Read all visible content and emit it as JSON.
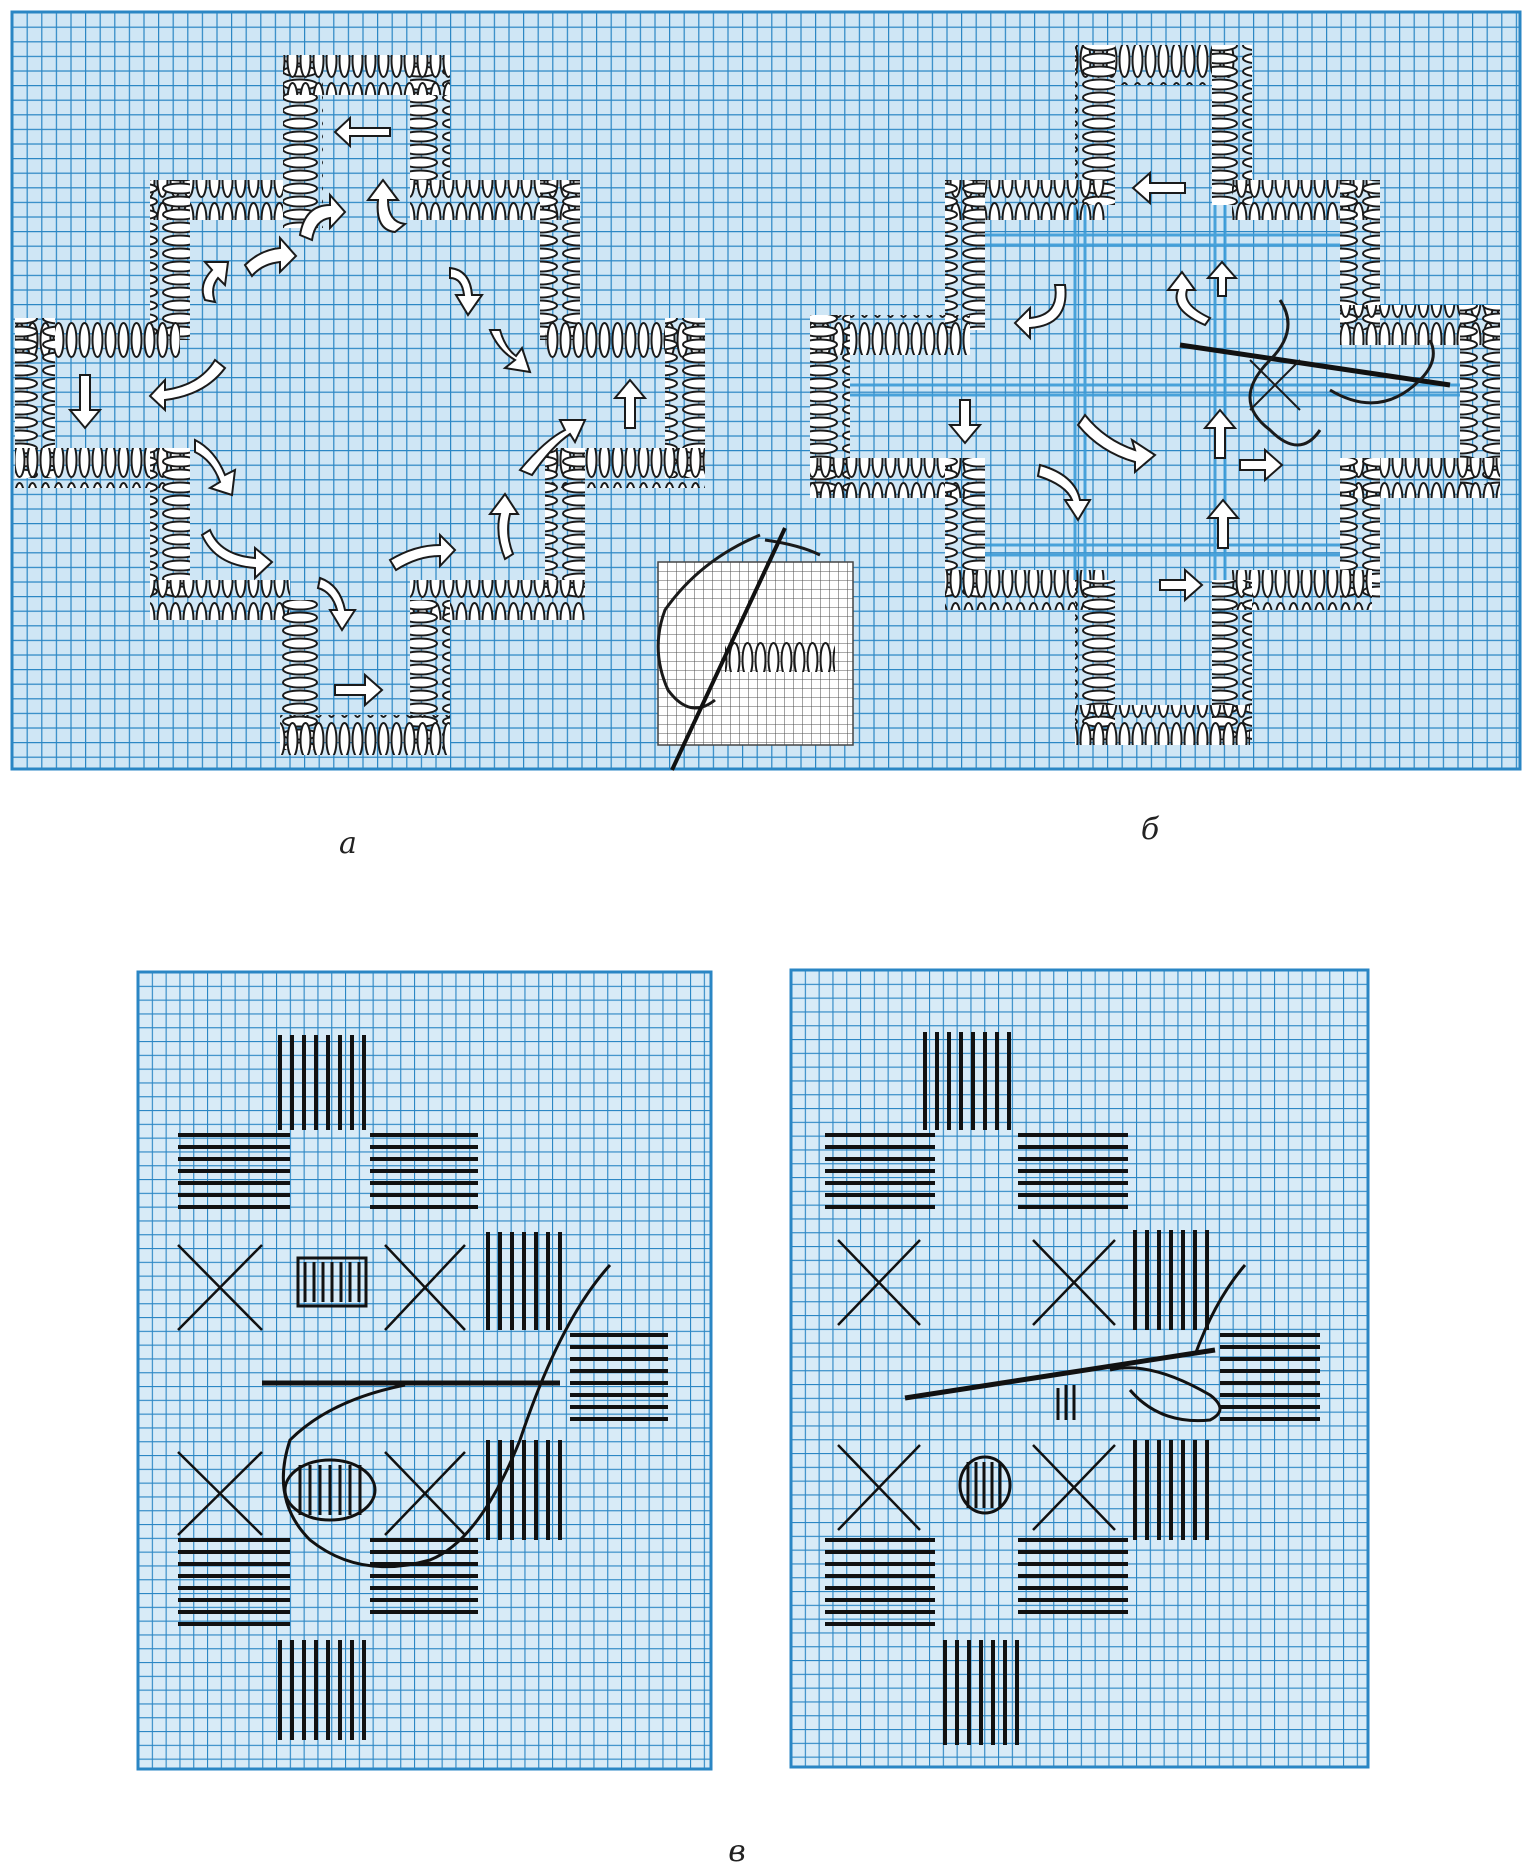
{
  "captions": {
    "a": "а",
    "b": "б",
    "v": "в"
  },
  "colors": {
    "grid": "#2a86c4",
    "grid_dark": "#1d6fae",
    "stitch_fill": "#ffffff",
    "stitch_outline": "#1a1a1a",
    "thread": "#111111",
    "paper": "#ffffff"
  },
  "panels": [
    {
      "id": "top-panel",
      "description_name": "embroidery-grid-top"
    },
    {
      "id": "bottom-left-panel",
      "description_name": "embroidery-grid-bottom-left"
    },
    {
      "id": "bottom-right-panel",
      "description_name": "embroidery-grid-bottom-right"
    }
  ]
}
